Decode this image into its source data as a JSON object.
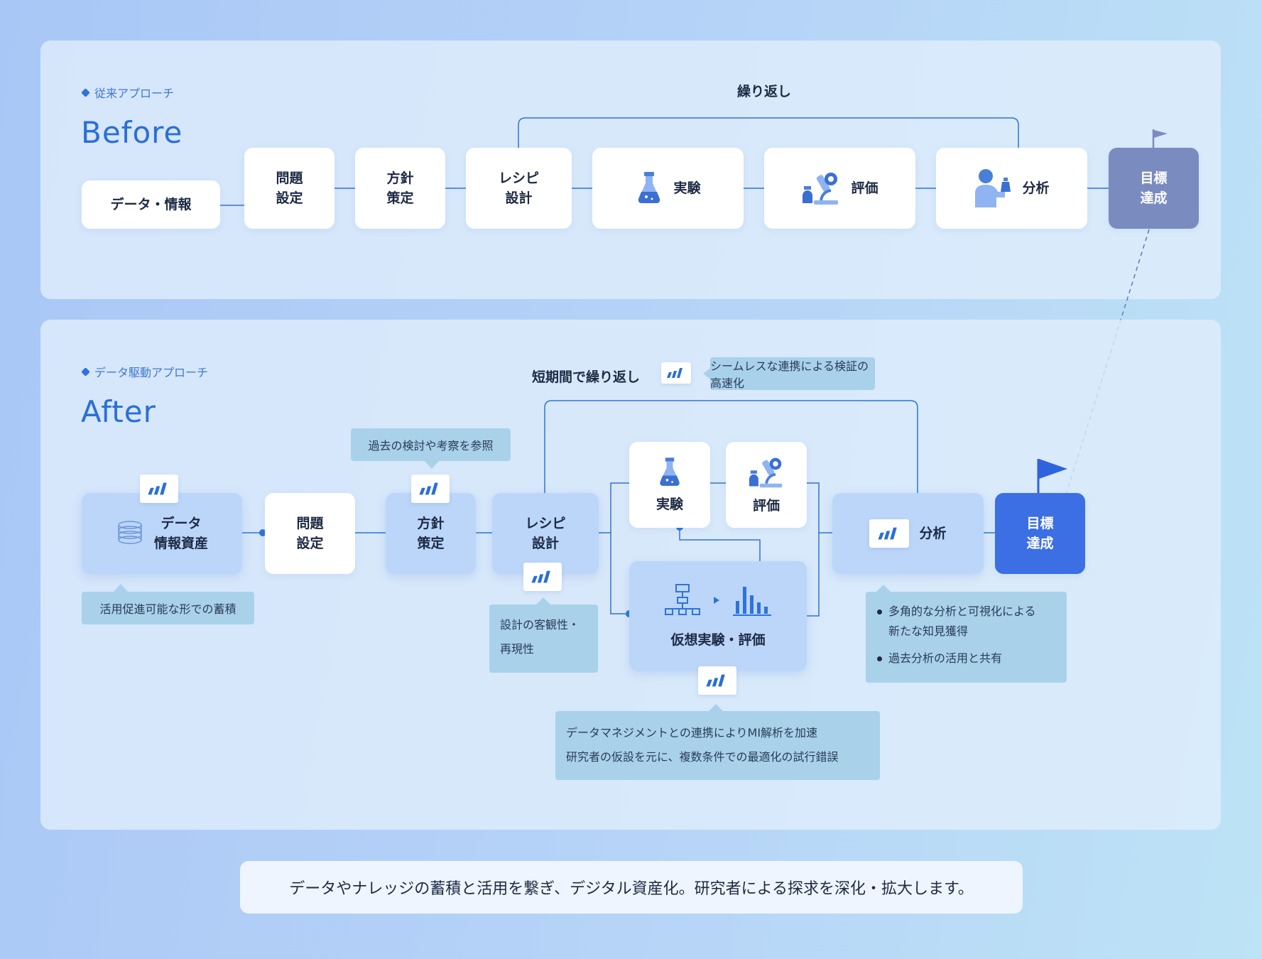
{
  "before": {
    "tag": "従来アプローチ",
    "title": "Before",
    "loop_label": "繰り返し",
    "steps": {
      "data": "データ・情報",
      "problem": "問題\n設定",
      "policy": "方針\n策定",
      "recipe": "レシピ\n設計",
      "experiment": "実験",
      "evaluation": "評価",
      "analysis": "分析",
      "goal": "目標\n達成"
    }
  },
  "after": {
    "tag": "データ駆動アプローチ",
    "title": "After",
    "loop_label": "短期間で繰り返し",
    "loop_note": "シームレスな連携による検証の高速化",
    "steps": {
      "data": "データ\n情報資産",
      "problem": "問題\n設定",
      "policy": "方針\n策定",
      "recipe": "レシピ\n設計",
      "experiment": "実験",
      "evaluation": "評価",
      "virtual": "仮想実験・評価",
      "analysis": "分析",
      "goal": "目標\n達成"
    },
    "notes": {
      "data": "活用促進可能な形での蓄積",
      "policy": "過去の検討や考察を参照",
      "recipe": "設計の客観性・\n再現性",
      "virtual": "データマネジメントとの連携によりMI解析を加速\n研究者の仮設を元に、複数条件での最適化の試行錯誤",
      "analysis": [
        "多角的な分析と可視化による\n新たな知見獲得",
        "過去分析の活用と共有"
      ]
    }
  },
  "footer": "データやナレッジの蓄積と活用を繋ぎ、デジタル資産化。研究者による探求を深化・拡大します。",
  "icons": [
    "flask-icon",
    "microscope-icon",
    "researcher-icon",
    "flag-icon",
    "database-icon",
    "mi-logo-icon",
    "flowchart-icon",
    "bar-chart-icon"
  ],
  "colors": {
    "accent": "#2a6fd6",
    "goal_before": "#7a8bc0",
    "goal_after": "#3b6fe3",
    "step_after": "#bcd6fa"
  }
}
